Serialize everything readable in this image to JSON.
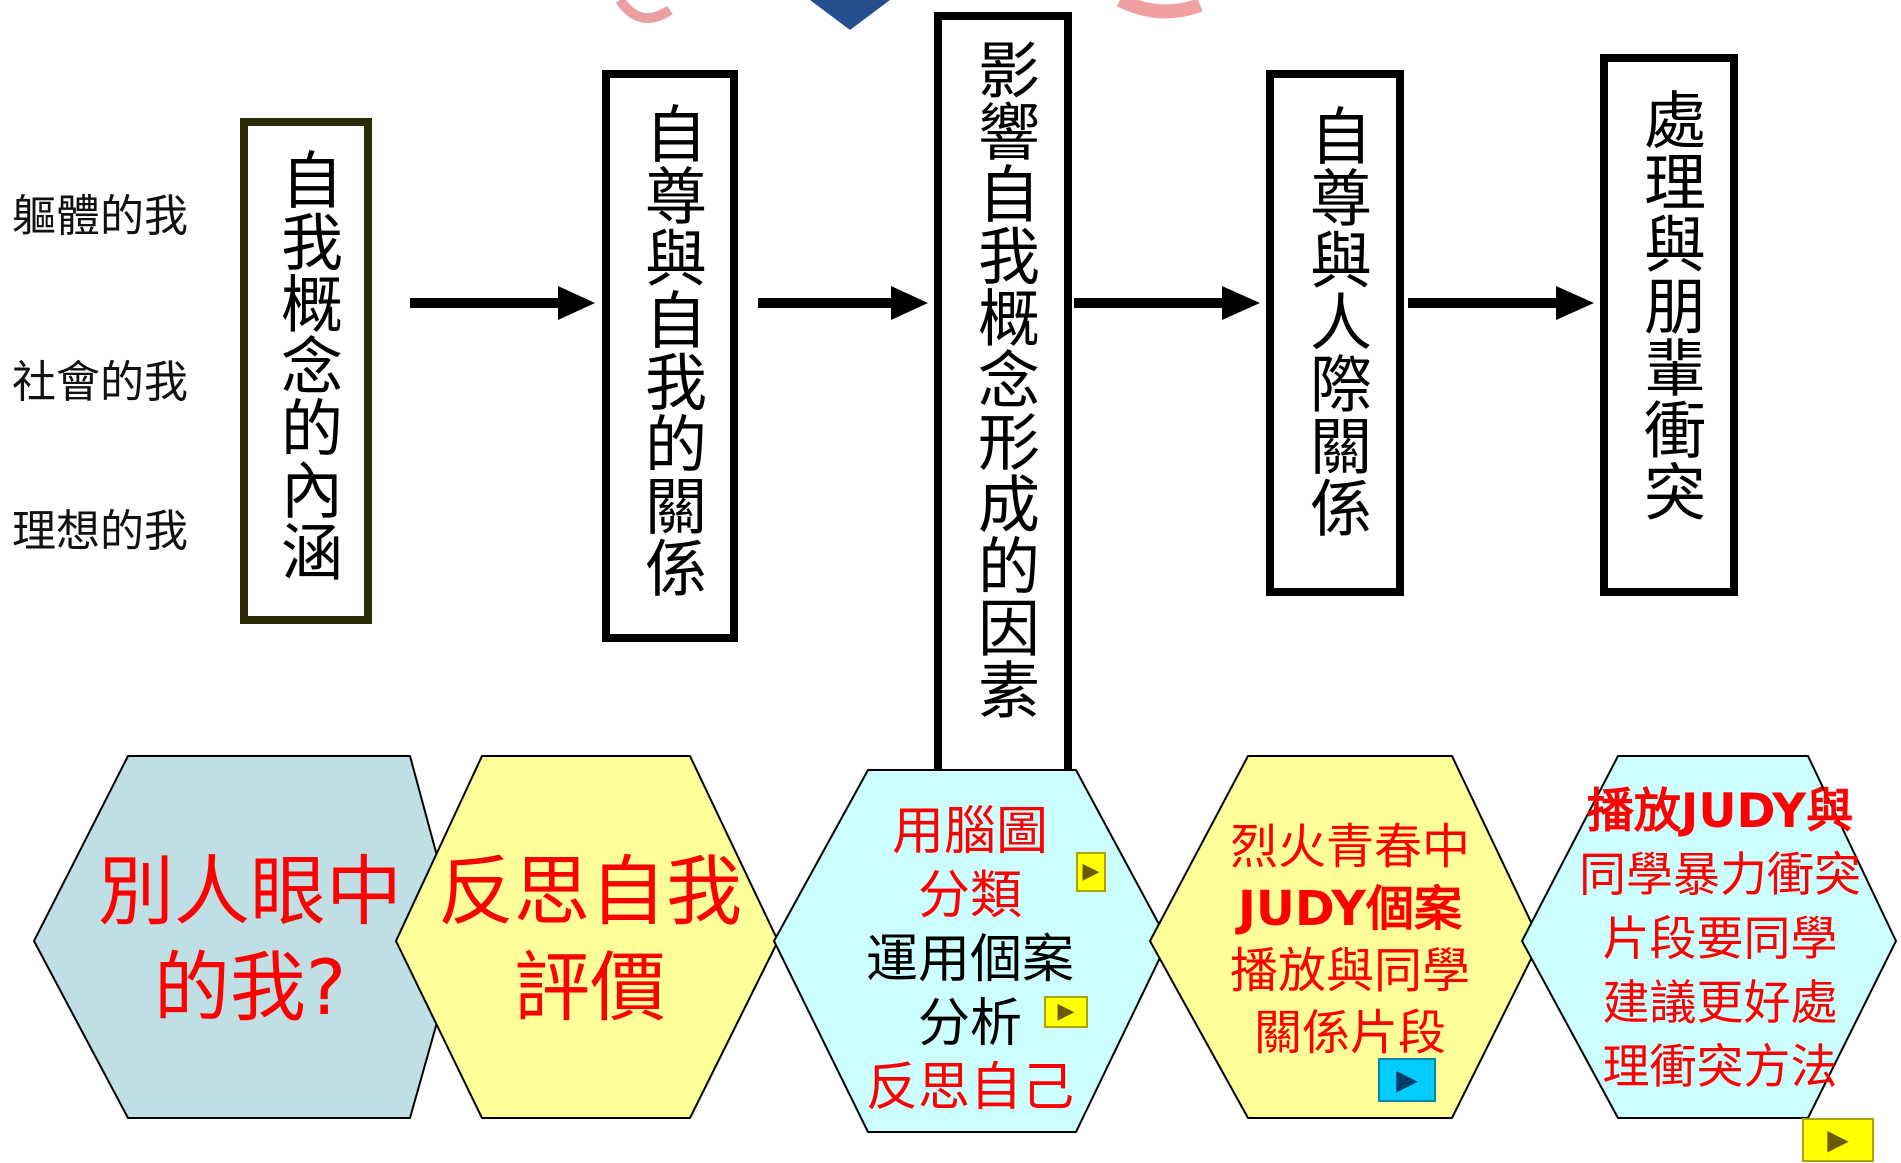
{
  "self_aspects": [
    "軀體的我",
    "社會的我",
    "理想的我"
  ],
  "flow_boxes": [
    {
      "text": "自我概念的內涵"
    },
    {
      "text": "自尊與自我的關係"
    },
    {
      "text": "影響自我概念形成的因素"
    },
    {
      "text": "自尊與人際關係"
    },
    {
      "text": "處理與朋輩衝突"
    }
  ],
  "activities": [
    {
      "lines": [
        {
          "text": "別人眼中",
          "color": "red"
        },
        {
          "text": "的我?",
          "color": "red"
        }
      ],
      "fill": "#c0dfe4"
    },
    {
      "lines": [
        {
          "text": "反思自我",
          "color": "red"
        },
        {
          "text": "評價",
          "color": "red"
        }
      ],
      "fill": "#ffff99"
    },
    {
      "lines": [
        {
          "text": "用腦圖",
          "color": "red"
        },
        {
          "text": "分類",
          "color": "red"
        },
        {
          "text": "運用個案",
          "color": "black"
        },
        {
          "text": "分析",
          "color": "black"
        },
        {
          "text": "反思自己",
          "color": "red"
        }
      ],
      "fill": "#ccffff"
    },
    {
      "lines": [
        {
          "text": "烈火青春中",
          "color": "red"
        },
        {
          "text": "JUDY個案",
          "color": "red"
        },
        {
          "text": "播放與同學",
          "color": "red"
        },
        {
          "text": "關係片段",
          "color": "red"
        }
      ],
      "fill": "#ffff99"
    },
    {
      "lines": [
        {
          "text": "播放JUDY與",
          "color": "red"
        },
        {
          "text": "同學暴力衝突",
          "color": "red"
        },
        {
          "text": "片段要同學",
          "color": "red"
        },
        {
          "text": "建議更好處",
          "color": "red"
        },
        {
          "text": "理衝突方法",
          "color": "red"
        }
      ],
      "fill": "#ccffff"
    }
  ],
  "play_buttons": [
    {
      "symbol": "▶",
      "color": "#ffff00"
    },
    {
      "symbol": "▶",
      "color": "#ffff00"
    },
    {
      "symbol": "▶",
      "color": "#00ccff"
    },
    {
      "symbol": "▶",
      "color": "#ffff00"
    }
  ]
}
